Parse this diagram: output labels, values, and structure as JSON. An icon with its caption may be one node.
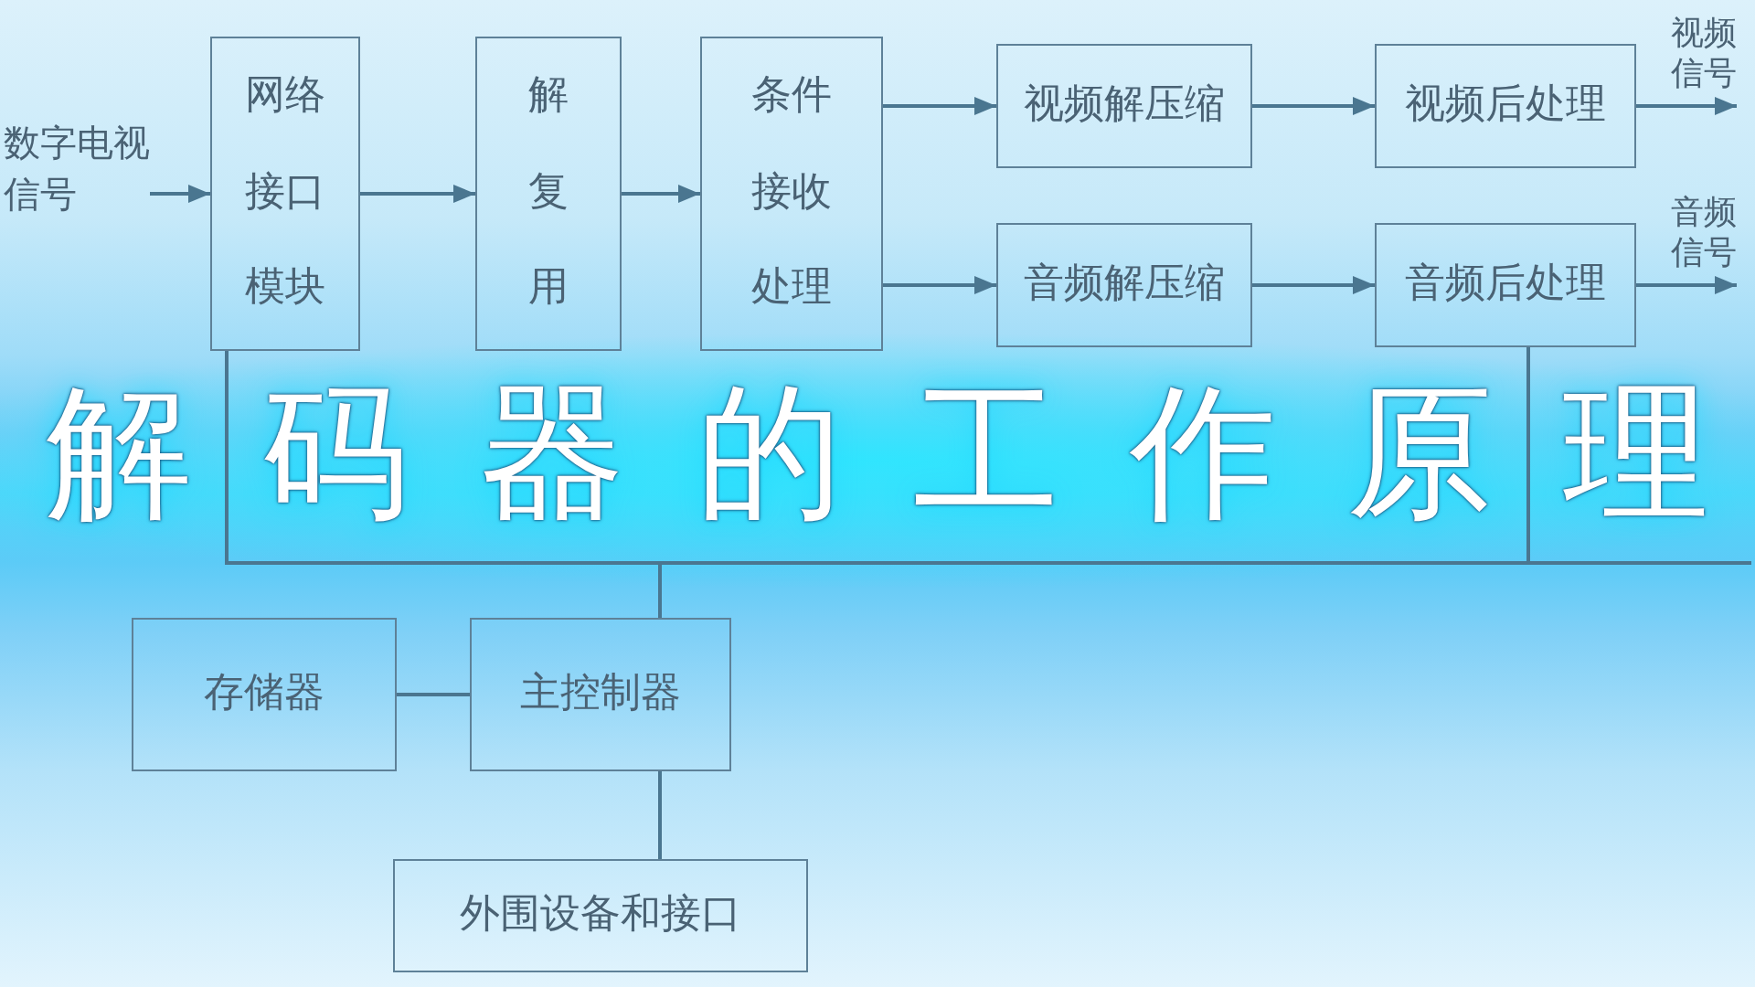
{
  "diagram": {
    "title": "解码器的工作原理",
    "nodes": [
      {
        "text": [
          "数字电视信号"
        ]
      },
      {
        "text": [
          "网络接口模块"
        ]
      },
      {
        "text": [
          "解复用"
        ]
      },
      {
        "text": [
          "条件接收处理"
        ]
      },
      {
        "text": [
          "视频解压缩"
        ]
      },
      {
        "text": [
          "视频后处理"
        ]
      },
      {
        "text": [
          "视频信号"
        ]
      },
      {
        "text": [
          "音频解压缩"
        ]
      },
      {
        "text": [
          "音频后处理"
        ]
      },
      {
        "text": [
          "音频信号"
        ]
      },
      {
        "text": [
          "存储器"
        ]
      },
      {
        "text": [
          "主控制器"
        ]
      },
      {
        "text": [
          "外围设备和接口"
        ]
      }
    ],
    "edges": [
      {
        "from": 0,
        "to": 1,
        "arrow": "to"
      },
      {
        "from": 1,
        "to": 2,
        "arrow": "to"
      },
      {
        "from": 2,
        "to": 3,
        "arrow": "to"
      },
      {
        "from": 3,
        "to": 4,
        "arrow": "to"
      },
      {
        "from": 3,
        "to": 7,
        "arrow": "to"
      },
      {
        "from": 4,
        "to": 5,
        "arrow": "to"
      },
      {
        "from": 7,
        "to": 8,
        "arrow": "to"
      },
      {
        "from": 5,
        "to": 6,
        "arrow": "to"
      },
      {
        "from": 8,
        "to": 9,
        "arrow": "to"
      },
      {
        "from": 10,
        "to": 11,
        "arrow": "none"
      },
      {
        "from": 11,
        "to": 12,
        "arrow": "none"
      },
      {
        "from": 11,
        "to": 1,
        "arrow": "none"
      },
      {
        "from": 11,
        "to": 8,
        "arrow": "none"
      }
    ]
  }
}
